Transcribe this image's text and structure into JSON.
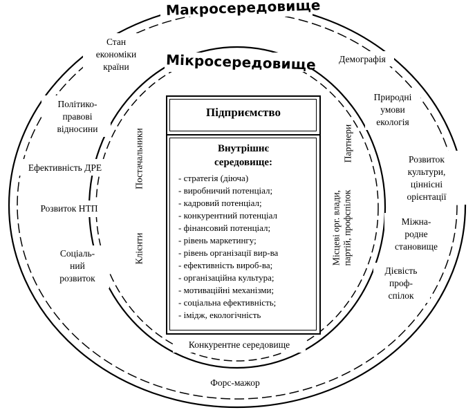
{
  "macro_title": "Макросередовище",
  "micro_title": "Мікросередовище",
  "enterprise_title": "Підприємство",
  "internal": {
    "title_line1": "Внутрішнє",
    "title_line2": "середовище:",
    "items": [
      "- стратегія (діюча)",
      "- виробничий потенціал;",
      "- кадровий потенціал;",
      "- конкурентний потенціал",
      "- фінансовий потенціал;",
      "- рівень маркетингу;",
      "- рівень організації вир-ва",
      "- ефективність вироб-ва;",
      "- організаційна культура;",
      "- мотиваційні механізми;",
      "- соціальна ефективність;",
      "- імідж, екологічність"
    ]
  },
  "micro": {
    "suppliers": "Постачальники",
    "clients": "Клієнти",
    "partners": "Партнери",
    "local_line1": "Місцеві орг. влади,",
    "local_line2": "партій, профспілок",
    "competitive": "Конкурентне середовище"
  },
  "macro_left": {
    "economy": [
      "Стан",
      "економіки",
      "країни"
    ],
    "political": [
      "Політико-",
      "правові",
      "відносини"
    ],
    "dre": "Ефективність ДРЕ",
    "ntp": "Розвиток НТП",
    "social": [
      "Соціаль-",
      "ний",
      "розвиток"
    ]
  },
  "macro_right": {
    "demography": "Демографія",
    "nature": [
      "Природні",
      "умови",
      "екологія"
    ],
    "culture": [
      "Розвиток",
      "культури,",
      "ціннісні",
      "орієнтації"
    ],
    "international": [
      "Міжна-",
      "родне",
      "становище"
    ],
    "unions": [
      "Дієвість",
      "проф-",
      "спілок"
    ]
  },
  "force_majeure": "Форс-мажор"
}
